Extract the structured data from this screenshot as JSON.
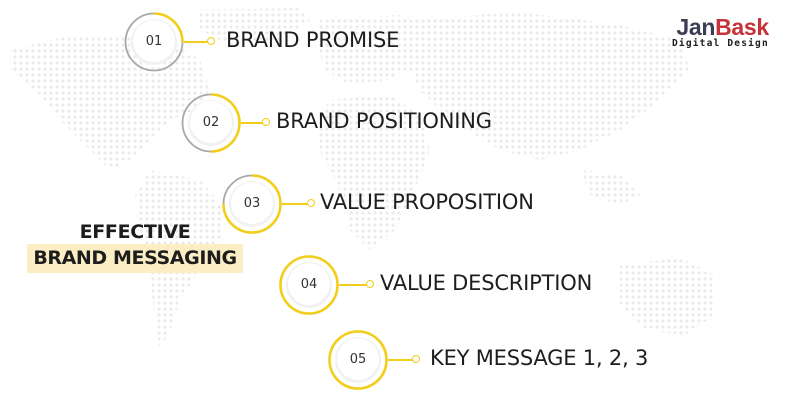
{
  "logo": {
    "brand_part1": "Jan",
    "brand_part2": "Bask",
    "tagline": "Digital Design",
    "colors": {
      "part1": "#3c3d52",
      "part2": "#c6323a"
    }
  },
  "title": {
    "line1": "EFFECTIVE",
    "line2": "BRAND MESSAGING",
    "highlight_color": "#fbeec5"
  },
  "steps": [
    {
      "number": "01",
      "label": "BRAND PROMISE",
      "progress": 0.25
    },
    {
      "number": "02",
      "label": "BRAND POSITIONING",
      "progress": 0.5
    },
    {
      "number": "03",
      "label": "VALUE PROPOSITION",
      "progress": 0.75
    },
    {
      "number": "04",
      "label": "VALUE DESCRIPTION",
      "progress": 1.0
    },
    {
      "number": "05",
      "label": "KEY MESSAGE 1, 2, 3",
      "progress": 1.0
    }
  ],
  "colors": {
    "accent": "#f2cd1a",
    "ring_gray": "#a8a8a8",
    "text": "#1d1d1d",
    "map_dots": "#ececec"
  },
  "background": "world-map-dots"
}
